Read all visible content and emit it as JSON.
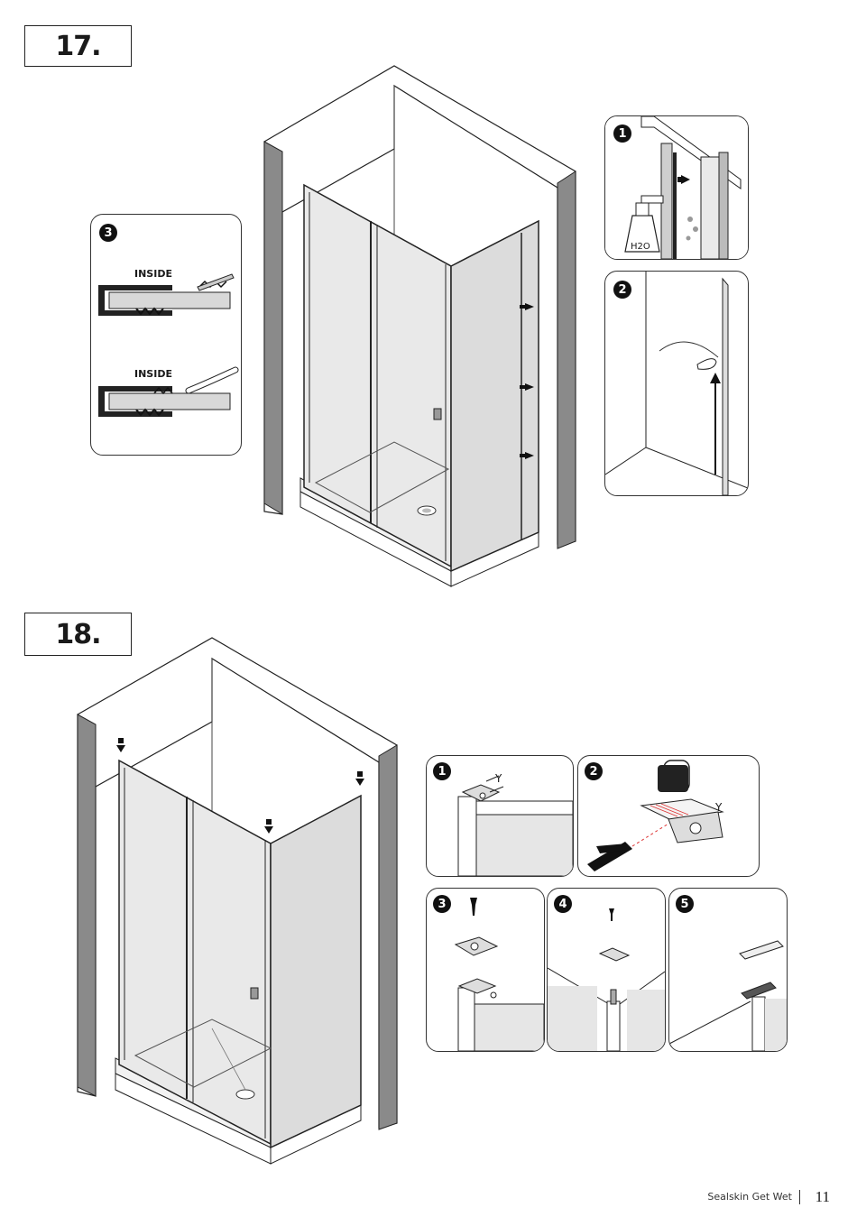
{
  "steps": {
    "step17": {
      "number": "17.",
      "details": [
        {
          "badge": "1",
          "bottle_label": "H2O"
        },
        {
          "badge": "2"
        },
        {
          "badge": "3",
          "label_top": "INSIDE",
          "label_bottom": "INSIDE"
        }
      ]
    },
    "step18": {
      "number": "18.",
      "details": [
        {
          "badge": "1",
          "dimension": "Y"
        },
        {
          "badge": "2",
          "dimension": "Y"
        },
        {
          "badge": "3"
        },
        {
          "badge": "4"
        },
        {
          "badge": "5"
        }
      ]
    }
  },
  "footer": {
    "brand": "Sealskin Get Wet",
    "page_number": "11"
  }
}
